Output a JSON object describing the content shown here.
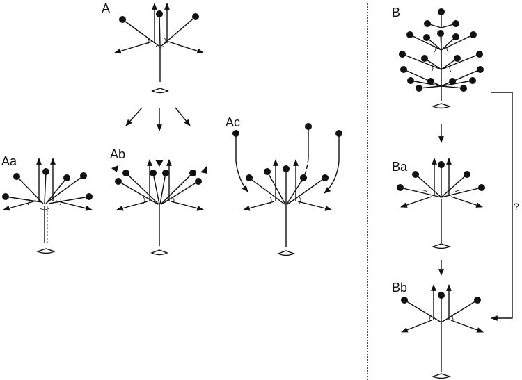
{
  "panels": {
    "A": {
      "label": "A"
    },
    "Aa": {
      "label": "Aa"
    },
    "Ab": {
      "label": "Ab"
    },
    "Ac": {
      "label": "Ac"
    },
    "B": {
      "label": "B"
    },
    "Ba": {
      "label": "Ba"
    },
    "Bb": {
      "label": "Bb"
    }
  },
  "connector": {
    "question_label": "?"
  },
  "colors": {
    "ink": "#111111",
    "background": "#ffffff"
  }
}
